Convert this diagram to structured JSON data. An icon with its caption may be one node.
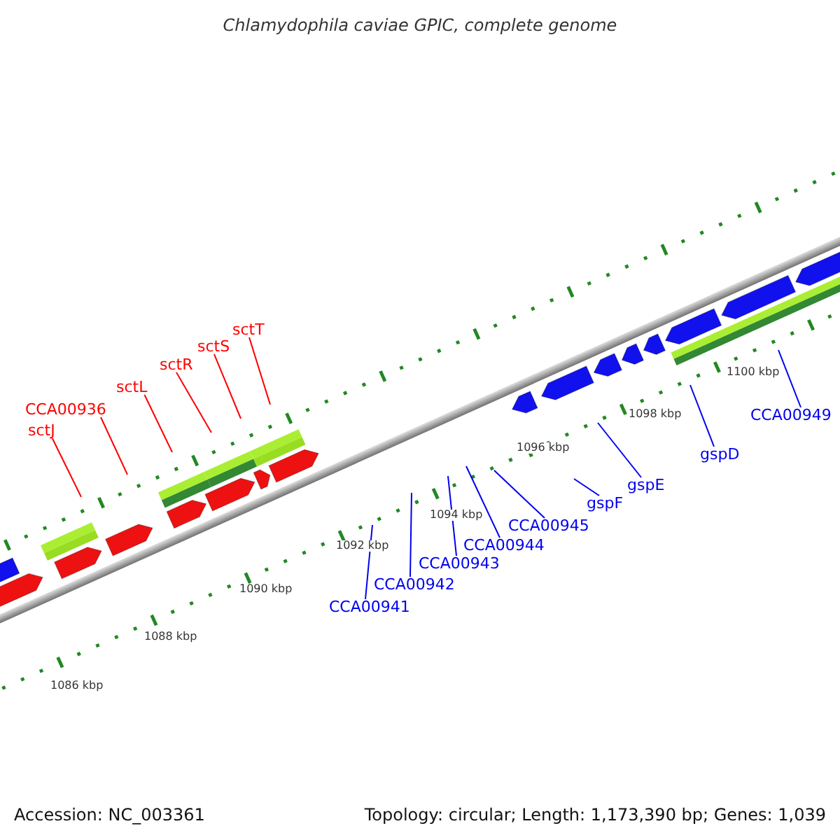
{
  "diagram": {
    "title": "Chlamydophila caviae GPIC, complete genome",
    "nodes": [
      {
        "text": [
          "sctJ"
        ]
      },
      {
        "text": [
          "CCA00936"
        ]
      },
      {
        "text": [
          "sctL"
        ]
      },
      {
        "text": [
          "sctR"
        ]
      },
      {
        "text": [
          "sctS"
        ]
      },
      {
        "text": [
          "sctT"
        ]
      },
      {
        "text": [
          "CCA00941"
        ]
      },
      {
        "text": [
          "CCA00942"
        ]
      },
      {
        "text": [
          "CCA00943"
        ]
      },
      {
        "text": [
          "CCA00944"
        ]
      },
      {
        "text": [
          "CCA00945"
        ]
      },
      {
        "text": [
          "gspF"
        ]
      },
      {
        "text": [
          "gspE"
        ]
      },
      {
        "text": [
          "gspD"
        ]
      },
      {
        "text": [
          "CCA00949"
        ]
      }
    ],
    "edges": [
      {
        "from": 0,
        "to": null,
        "arrow": "none",
        "color": "#ff0000"
      },
      {
        "from": 1,
        "to": null,
        "arrow": "none",
        "color": "#ff0000"
      },
      {
        "from": 2,
        "to": null,
        "arrow": "none",
        "color": "#ff0000"
      },
      {
        "from": 3,
        "to": null,
        "arrow": "none",
        "color": "#ff0000"
      },
      {
        "from": 4,
        "to": null,
        "arrow": "none",
        "color": "#ff0000"
      },
      {
        "from": 5,
        "to": null,
        "arrow": "none",
        "color": "#ff0000"
      },
      {
        "from": 6,
        "to": null,
        "arrow": "none"
      },
      {
        "from": 7,
        "to": null,
        "arrow": "none"
      },
      {
        "from": 8,
        "to": null,
        "arrow": "none"
      },
      {
        "from": 9,
        "to": null,
        "arrow": "none"
      },
      {
        "from": 10,
        "to": null,
        "arrow": "none"
      },
      {
        "from": 11,
        "to": null,
        "arrow": "none"
      },
      {
        "from": 12,
        "to": null,
        "arrow": "none"
      },
      {
        "from": 13,
        "to": null,
        "arrow": "none"
      },
      {
        "from": 14,
        "to": null,
        "arrow": "none"
      }
    ],
    "labels": [
      "1086 kbp",
      "1088 kbp",
      "1090 kbp",
      "1092 kbp",
      "1094 kbp",
      "1096 kbp",
      "1098 kbp",
      "1100 kbp",
      "Accession: NC_003361",
      "Topology: circular; Length: 1,173,390 bp; Genes: 1,039"
    ]
  }
}
